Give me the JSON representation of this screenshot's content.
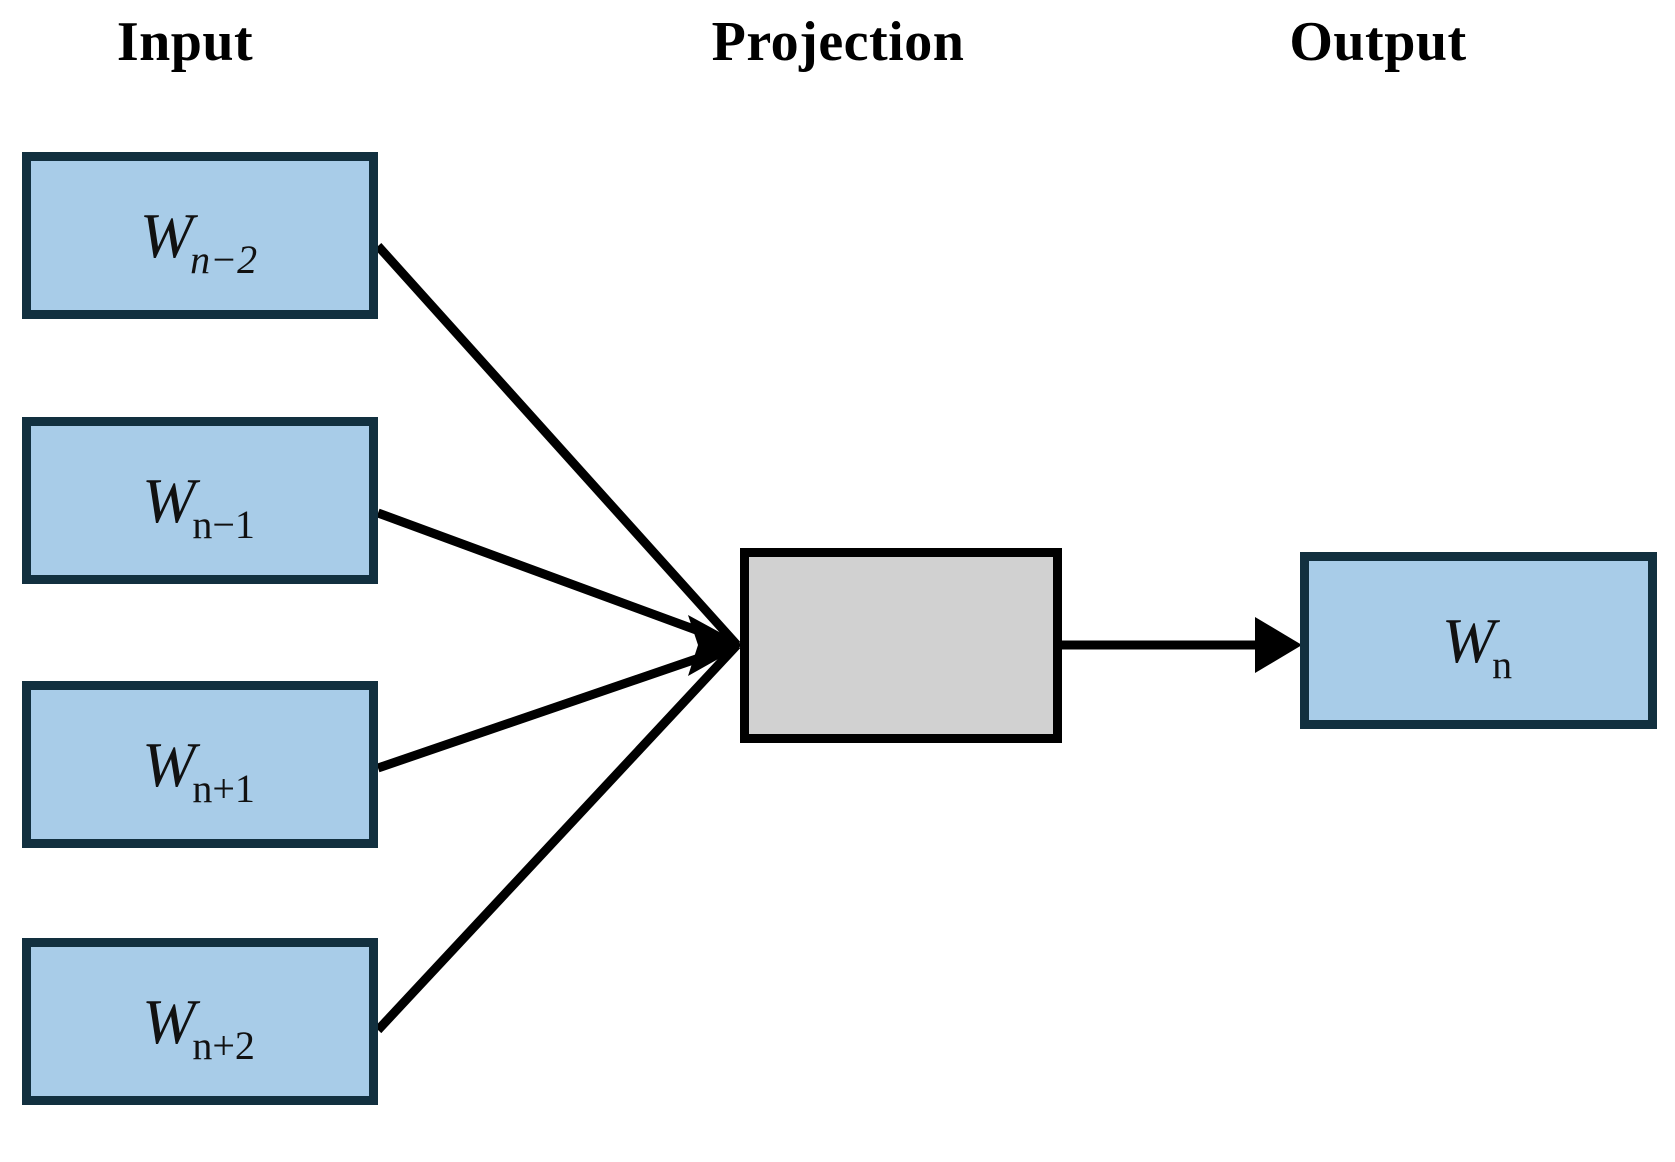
{
  "headers": {
    "input": "Input",
    "projection": "Projection",
    "output": "Output"
  },
  "colors": {
    "node_fill": "#a8cce8",
    "node_border": "#12303f",
    "projection_fill": "#d1d1d1",
    "projection_border": "#000000",
    "edge": "#000000",
    "background": "#ffffff",
    "text": "#111111"
  },
  "input_nodes": [
    {
      "base": "W",
      "subscript": "n−2",
      "sub_style": "italic",
      "label": "W n−2"
    },
    {
      "base": "W",
      "subscript": "n−1",
      "sub_style": "roman",
      "label": "W n−1"
    },
    {
      "base": "W",
      "subscript": "n+1",
      "sub_style": "roman",
      "label": "W n+1"
    },
    {
      "base": "W",
      "subscript": "n+2",
      "sub_style": "roman",
      "label": "W n+2"
    }
  ],
  "projection_node": {
    "base": "",
    "subscript": "",
    "label": ""
  },
  "output_node": {
    "base": "W",
    "subscript": "n",
    "sub_style": "roman",
    "label": "W n"
  },
  "edges": [
    {
      "from": "W n−2",
      "to": "projection",
      "arrow": true
    },
    {
      "from": "W n−1",
      "to": "projection",
      "arrow": true
    },
    {
      "from": "W n+1",
      "to": "projection",
      "arrow": true
    },
    {
      "from": "W n+2",
      "to": "projection",
      "arrow": true
    },
    {
      "from": "projection",
      "to": "W n",
      "arrow": true
    }
  ]
}
